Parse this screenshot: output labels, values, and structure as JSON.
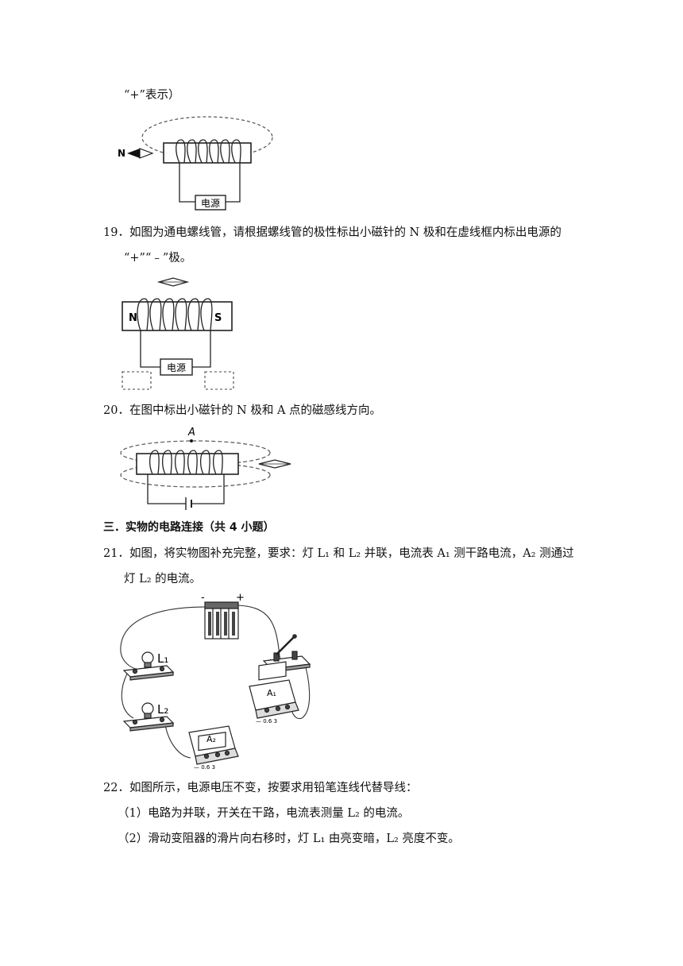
{
  "q18": {
    "cont": "“+”表示）",
    "label_n": "N",
    "power": "电源"
  },
  "q19": {
    "text_line1": "19．如图为通电螺线管，请根据螺线管的极性标出小磁针的 N 极和在虚线框内标出电源的",
    "text_line2": "“+”“﹣”极。",
    "label_n": "N",
    "label_s": "S",
    "power": "电源"
  },
  "q20": {
    "text": "20．在图中标出小磁针的 N 极和 A 点的磁感线方向。",
    "label_a": "A"
  },
  "section3": {
    "heading": "三．实物的电路连接（共 4 小题）"
  },
  "q21": {
    "text_line1": "21．如图，将实物图补充完整，要求：灯 L₁ 和 L₂ 并联，电流表 A₁ 测干路电流，A₂ 测通过",
    "text_line2": "灯 L₂ 的电流。",
    "minus": "-",
    "plus": "+",
    "l1": "L₁",
    "l2": "L₂",
    "a1": "A₁",
    "a2": "A₂",
    "scale": "— 0.6  3"
  },
  "q22": {
    "text": "22．如图所示，电源电压不变，按要求用铅笔连线代替导线：",
    "item1": "（1）电路为并联，开关在干路，电流表测量 L₂ 的电流。",
    "item2": "（2）滑动变阻器的滑片向右移时，灯 L₁ 由亮变暗，L₂ 亮度不变。"
  }
}
